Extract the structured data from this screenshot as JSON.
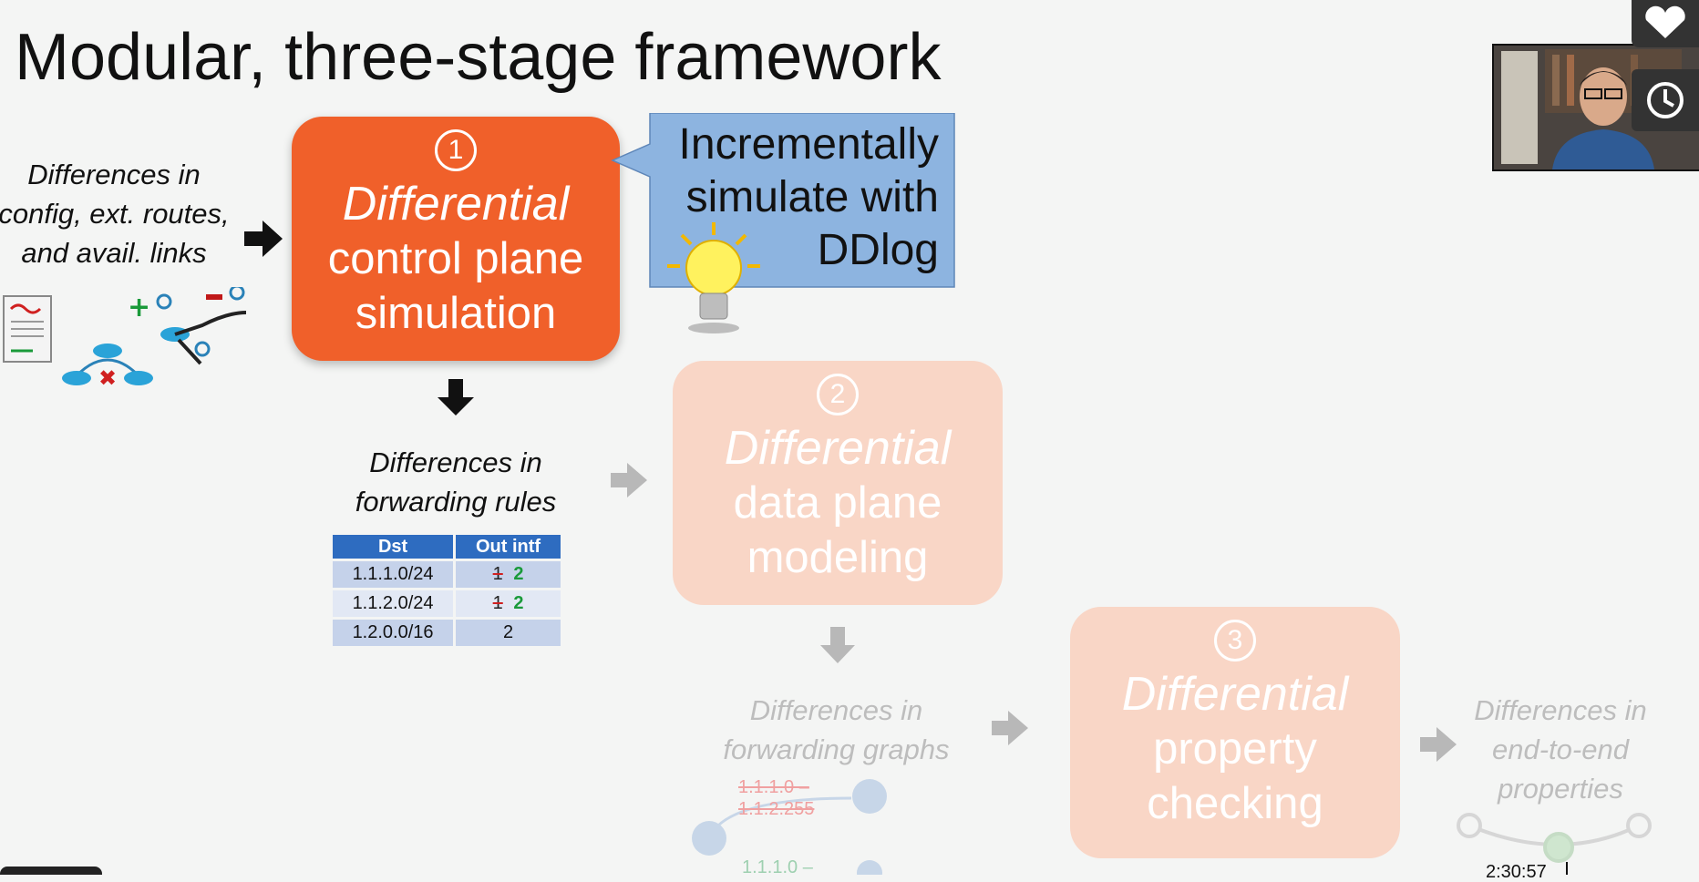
{
  "slide": {
    "title": "Modular, three-stage framework",
    "input_label": [
      "Differences in",
      "config, ext. routes,",
      "and avail. links"
    ],
    "callout_text": [
      "Incrementally",
      "simulate with",
      "DDlog"
    ],
    "stage1": {
      "num": "1",
      "line1": "Differential",
      "line2": "control plane",
      "line3": "simulation"
    },
    "stage2": {
      "num": "2",
      "line1": "Differential",
      "line2": "data plane",
      "line3": "modeling"
    },
    "stage3": {
      "num": "3",
      "line1": "Differential",
      "line2": "property",
      "line3": "checking"
    },
    "fwd_rules_label": [
      "Differences in",
      "forwarding rules"
    ],
    "fwd_graphs_label": [
      "Differences in",
      "forwarding graphs"
    ],
    "e2e_label": [
      "Differences in",
      "end-to-end",
      "properties"
    ],
    "table": {
      "headers": [
        "Dst",
        "Out intf"
      ],
      "rows": [
        {
          "dst": "1.1.1.0/24",
          "old": "1",
          "new": "2"
        },
        {
          "dst": "1.1.2.0/24",
          "old": "1",
          "new": "2"
        },
        {
          "dst": "1.2.0.0/16",
          "old": "",
          "new": "2"
        }
      ]
    },
    "graph_labels": [
      "1.1.1.0 –",
      "1.1.2.255",
      "1.1.1.0 –"
    ],
    "timestamp": "2:30:57"
  },
  "colors": {
    "stage": "#f0602a",
    "faded_stage": "#f9d6c6",
    "callout": "#8db4e0",
    "table_header": "#2e6cc0"
  }
}
